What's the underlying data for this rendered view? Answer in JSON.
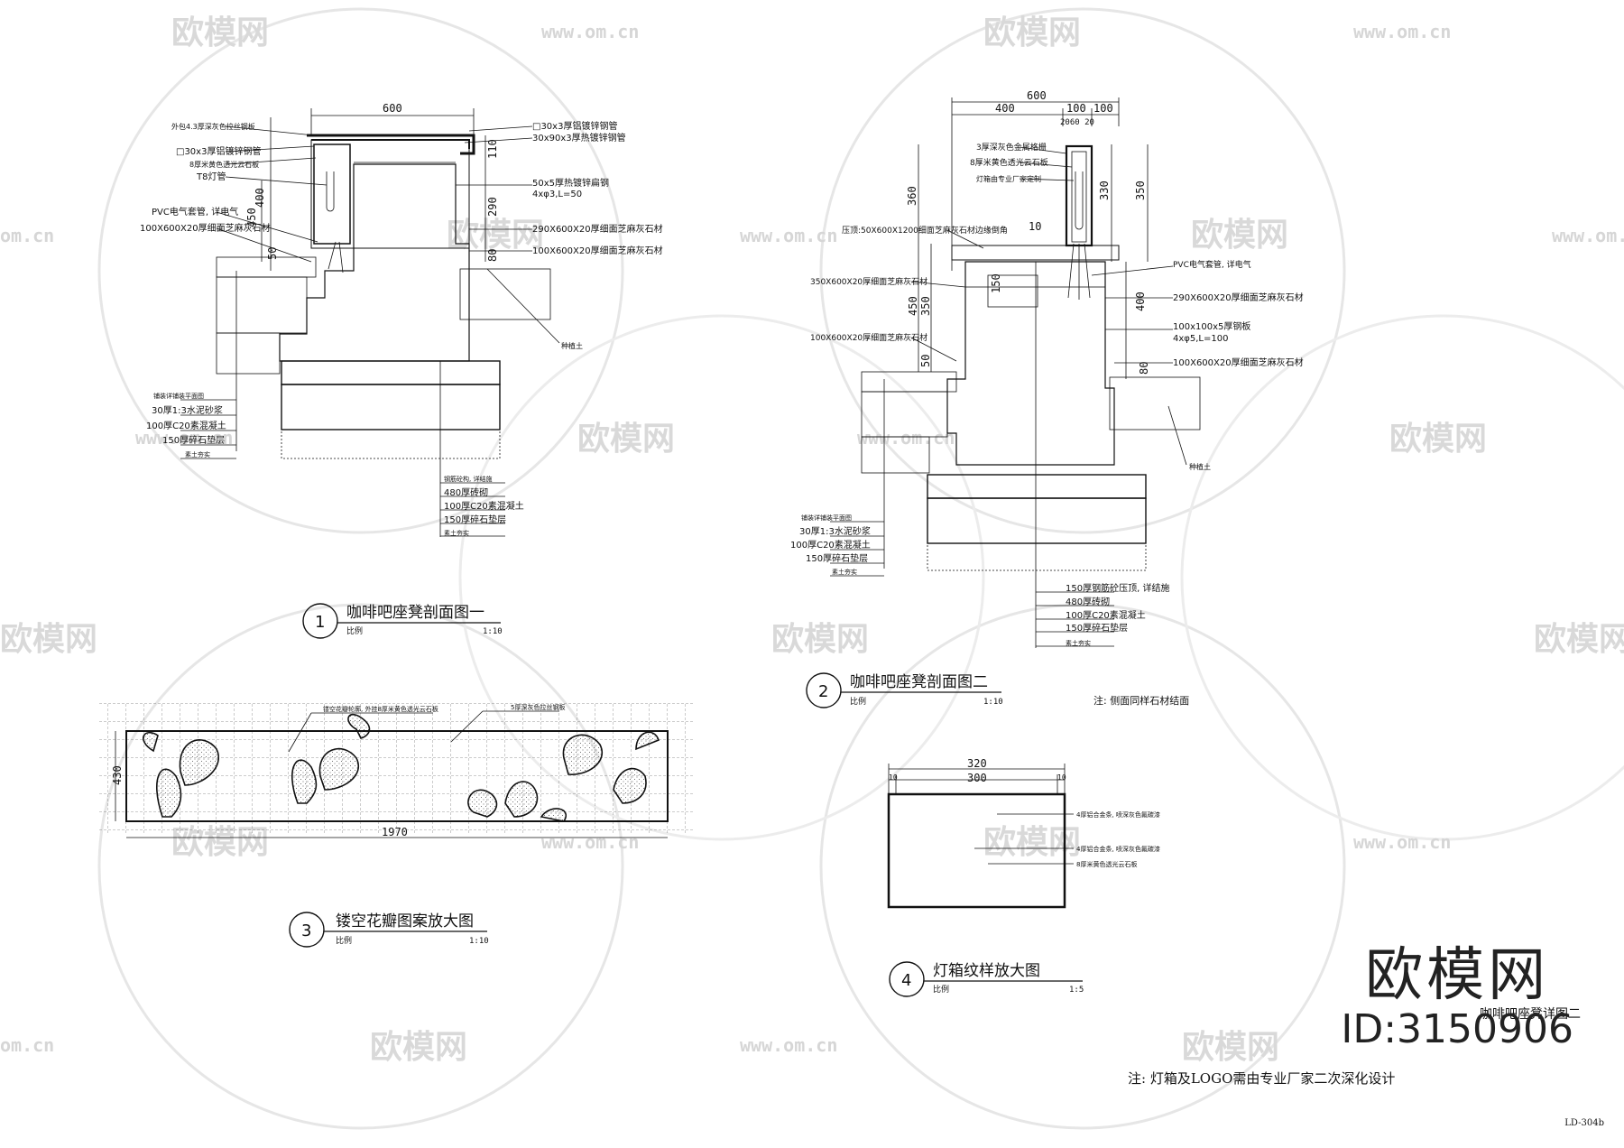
{
  "watermark": {
    "brand": "欧模网",
    "url": "www.om.cn",
    "url_short": "om.cn"
  },
  "drawing1": {
    "title": "咖啡吧座凳剖面图一",
    "number": "1",
    "scale_label": "比例",
    "scale": "1:10",
    "dims": {
      "top": "600",
      "d400": "400",
      "d450": "450",
      "d50": "50",
      "d110": "110",
      "d290": "290",
      "d80": "80"
    },
    "labels_left": [
      "外包4.3厚深灰色拉丝钢板",
      "□30x3厚铝镀锌钢管",
      "8厚米黄色透光云石板",
      "T8灯管",
      "PVC电气套管, 详电气",
      "100X600X20厚细面芝麻灰石材"
    ],
    "labels_right": [
      "□30x3厚铝镀锌钢管",
      "30x90x3厚热镀锌钢管",
      "50x5厚热镀锌扁钢",
      "4xφ3,L=50",
      "290X600X20厚细面芝麻灰石材",
      "100X600X20厚细面芝麻灰石材"
    ],
    "labels_bottom_left": [
      "铺装详铺装平面图",
      "30厚1:3水泥砂浆",
      "100厚C20素混凝土",
      "150厚碎石垫层",
      "素土夯实"
    ],
    "labels_bottom_right": [
      "钢筋砼构, 详结施",
      "480厚砖砌",
      "100厚C20素混凝土",
      "150厚碎石垫层",
      "素土夯实"
    ],
    "label_soil": "种植土"
  },
  "drawing2": {
    "title": "咖啡吧座凳剖面图二",
    "number": "2",
    "scale_label": "比例",
    "scale": "1:10",
    "note": "注: 侧面同样石材结面",
    "dims": {
      "top": "600",
      "d400": "400",
      "d100a": "100",
      "d100b": "100",
      "small": "2060 20",
      "d360": "360",
      "d350": "350",
      "d330": "330",
      "d450": "450",
      "d350b": "350",
      "d400b": "400",
      "d150": "150",
      "d50": "50",
      "d80": "80",
      "d10": "10"
    },
    "labels_left": [
      "3厚深灰色金属格栅",
      "8厚米黄色透光云石板",
      "灯箱由专业厂家定制",
      "压顶:50X600X1200细面芝麻灰石材边缘倒角",
      "350X600X20厚细面芝麻灰石材",
      "100X600X20厚细面芝麻灰石材"
    ],
    "labels_right": [
      "PVC电气套管, 详电气",
      "290X600X20厚细面芝麻灰石材",
      "100x100x5厚钢板",
      "4xφ5,L=100",
      "100X600X20厚细面芝麻灰石材"
    ],
    "labels_bottom_left": [
      "铺装详铺装平面图",
      "30厚1:3水泥砂浆",
      "100厚C20素混凝土",
      "150厚碎石垫层",
      "素土夯实"
    ],
    "labels_bottom_right": [
      "150厚钢筋砼压顶, 详结施",
      "480厚砖砌",
      "100厚C20素混凝土",
      "150厚碎石垫层",
      "素土夯实"
    ],
    "label_soil": "种植土"
  },
  "drawing3": {
    "title": "镂空花瓣图案放大图",
    "number": "3",
    "scale_label": "比例",
    "scale": "1:10",
    "dims": {
      "height": "430",
      "width": "1970"
    },
    "labels": [
      "镂空花瓣轮廓, 外挂8厚米黄色透光云石板",
      "5厚深灰色拉丝钢板"
    ]
  },
  "drawing4": {
    "title": "灯箱纹样放大图",
    "number": "4",
    "scale_label": "比例",
    "scale": "1:5",
    "dims": {
      "outer": "320",
      "inner": "300",
      "e1": "10",
      "e2": "10"
    },
    "labels": [
      "4厚铝合金条, 喷深灰色氟碳漆",
      "4厚铝合金条, 喷深灰色氟碳漆",
      "8厚米黄色透光云石板"
    ]
  },
  "footer": {
    "note": "注: 灯箱及LOGO需由专业厂家二次深化设计",
    "sheet_number": "LD-304b",
    "title_fragment": "咖啡吧座凳详图二",
    "brand": "欧模网",
    "id": "ID:3150906"
  }
}
